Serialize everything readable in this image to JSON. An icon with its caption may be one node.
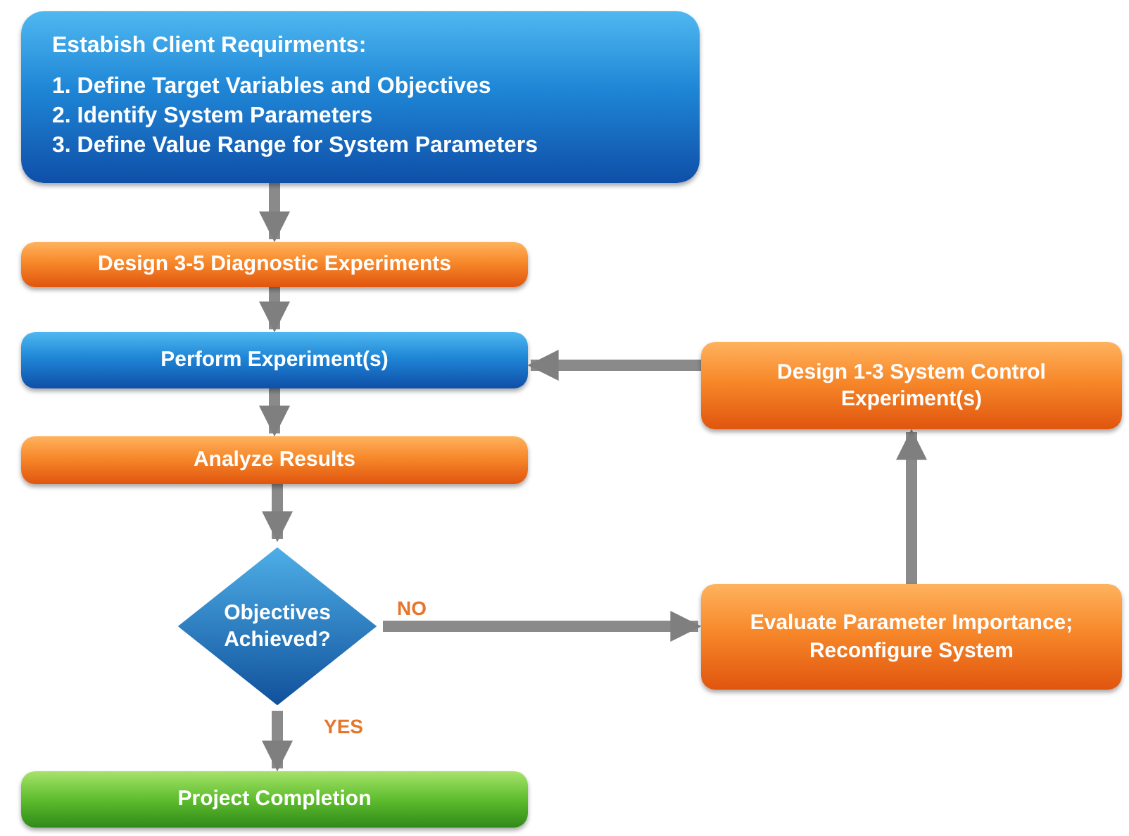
{
  "diagram": {
    "nodes": [
      {
        "text": [
          "Estabish Client Requirments:",
          "1. Define Target Variables and Objectives",
          "2. Identify System Parameters",
          "3. Define Value Range for System Parameters"
        ]
      },
      {
        "text": [
          "Design 3-5 Diagnostic Experiments"
        ]
      },
      {
        "text": [
          "Perform Experiment(s)"
        ]
      },
      {
        "text": [
          "Design 1-3 System Control Experiment(s)"
        ]
      },
      {
        "text": [
          "Analyze Results"
        ]
      },
      {
        "text": [
          "Objectives Achieved?"
        ]
      },
      {
        "text": [
          "Evaluate Parameter Importance; Reconfigure System"
        ]
      },
      {
        "text": [
          "Project Completion"
        ]
      }
    ],
    "edges": [
      {
        "from": 0,
        "to": 1,
        "arrow": "to"
      },
      {
        "from": 1,
        "to": 2,
        "arrow": "to"
      },
      {
        "from": 2,
        "to": 4,
        "arrow": "to"
      },
      {
        "from": 4,
        "to": 5,
        "arrow": "to"
      },
      {
        "from": 5,
        "to": 6,
        "arrow": "to",
        "label": "NO"
      },
      {
        "from": 5,
        "to": 7,
        "arrow": "to",
        "label": "YES"
      },
      {
        "from": 6,
        "to": 3,
        "arrow": "to"
      },
      {
        "from": 3,
        "to": 2,
        "arrow": "to"
      }
    ]
  }
}
